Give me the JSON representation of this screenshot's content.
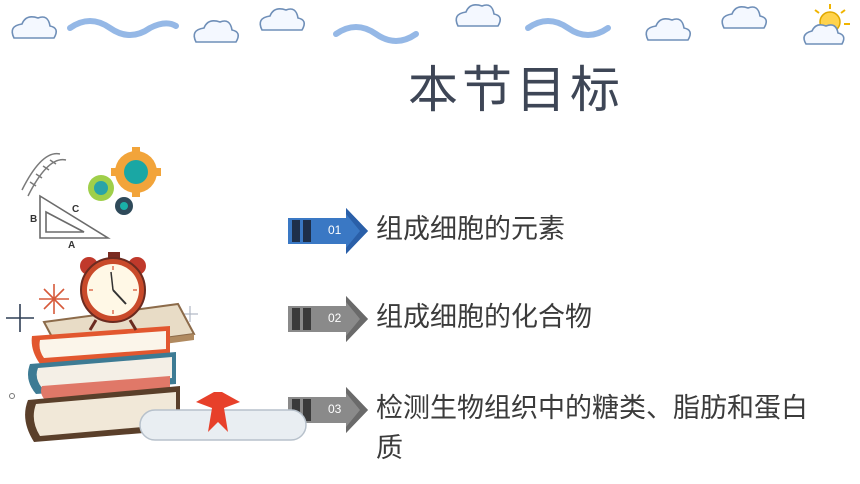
{
  "slide": {
    "title": "本节目标",
    "objectives": [
      {
        "number": "01",
        "text": "组成细胞的元素",
        "accent": "#3a78c4"
      },
      {
        "number": "02",
        "text": "组成细胞的化合物",
        "accent": "#7f7f7f"
      },
      {
        "number": "03",
        "text": "检测生物组织中的糖类、脂肪和蛋白质",
        "accent": "#7f7f7f"
      }
    ],
    "illustration": {
      "triangle_labels": [
        "B",
        "C",
        "A"
      ],
      "icons": [
        "dna-icon",
        "gear-icon",
        "clock-icon",
        "books-icon",
        "sparkle-icon",
        "sun-icon",
        "cloud-icon"
      ]
    }
  },
  "colors": {
    "title": "#3e4656",
    "text": "#3b3b3b",
    "blue_arrow": "#3a78c4",
    "gray_arrow": "#7f7f7f"
  }
}
